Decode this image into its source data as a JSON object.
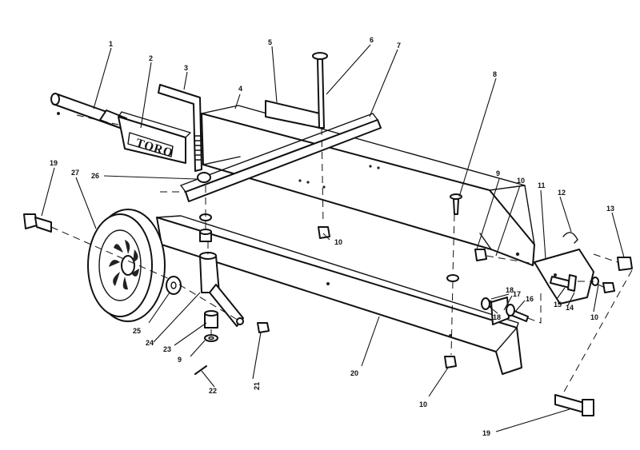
{
  "logo_text": "TORO",
  "callouts": [
    {
      "id": "c1",
      "label": "1"
    },
    {
      "id": "c2",
      "label": "2"
    },
    {
      "id": "c3",
      "label": "3"
    },
    {
      "id": "c4",
      "label": "4"
    },
    {
      "id": "c5",
      "label": "5"
    },
    {
      "id": "c6",
      "label": "6"
    },
    {
      "id": "c7",
      "label": "7"
    },
    {
      "id": "c8",
      "label": "8"
    },
    {
      "id": "c9a",
      "label": "9"
    },
    {
      "id": "c10a",
      "label": "10"
    },
    {
      "id": "c11",
      "label": "11"
    },
    {
      "id": "c12",
      "label": "12"
    },
    {
      "id": "c13",
      "label": "13"
    },
    {
      "id": "c19a",
      "label": "19"
    },
    {
      "id": "c27",
      "label": "27"
    },
    {
      "id": "c26",
      "label": "26"
    },
    {
      "id": "c10b",
      "label": "10"
    },
    {
      "id": "c18a",
      "label": "18"
    },
    {
      "id": "c17",
      "label": "17"
    },
    {
      "id": "c16",
      "label": "16"
    },
    {
      "id": "c15",
      "label": "15"
    },
    {
      "id": "c14",
      "label": "14"
    },
    {
      "id": "c10c",
      "label": "10"
    },
    {
      "id": "c18b",
      "label": "18"
    },
    {
      "id": "c25",
      "label": "25"
    },
    {
      "id": "c24",
      "label": "24"
    },
    {
      "id": "c23",
      "label": "23"
    },
    {
      "id": "c9b",
      "label": "9"
    },
    {
      "id": "c22",
      "label": "22"
    },
    {
      "id": "c21",
      "label": "21"
    },
    {
      "id": "c20",
      "label": "20"
    },
    {
      "id": "c10d",
      "label": "10"
    },
    {
      "id": "c19b",
      "label": "19"
    }
  ]
}
